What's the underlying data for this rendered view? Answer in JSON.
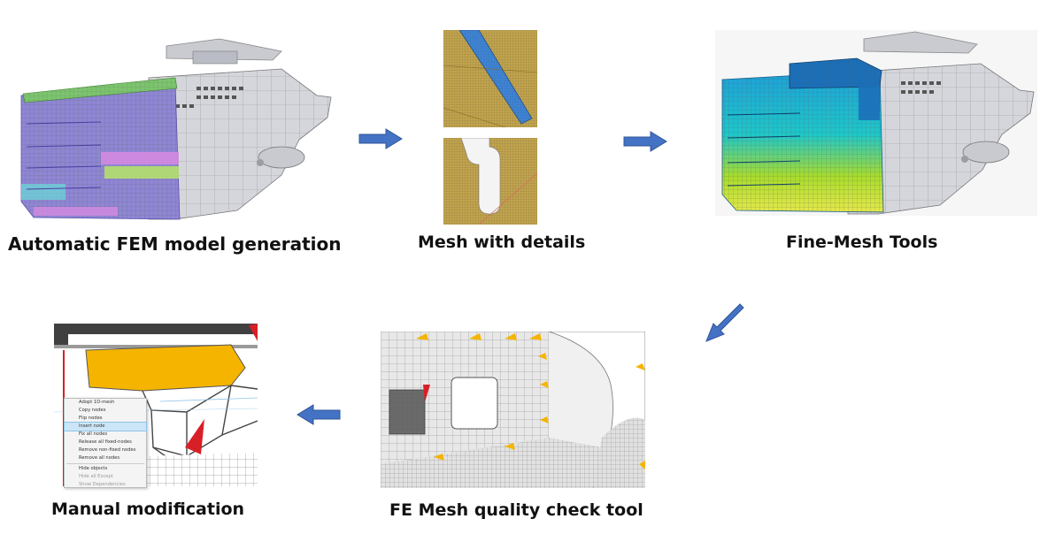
{
  "steps": [
    {
      "caption": "Automatic FEM model generation"
    },
    {
      "caption": "Mesh with details"
    },
    {
      "caption": "Fine-Mesh Tools"
    },
    {
      "caption": "FE Mesh quality check tool"
    },
    {
      "caption": "Manual modification"
    }
  ],
  "context_menu": {
    "items": [
      "Adopt 1D-mesh",
      "Copy nodes",
      "Flip nodes",
      "Insert node",
      "Fix all nodes",
      "Release all fixed-nodes",
      "Remove non-fixed nodes",
      "Remove all nodes"
    ],
    "highlighted_index": 3,
    "extra_items": [
      "Hide objects",
      "Hide all Except",
      "Show Dependencies"
    ]
  },
  "colors": {
    "arrow": "#4472c4",
    "hull_grey": "#d4d6db",
    "mesh_purple": "#8f86d4",
    "mesh_green": "#7cc46e",
    "mesh_yellow_orange": "#f5b400",
    "detail_tan": "#c2a44c",
    "detail_blue": "#3d84d6",
    "fine_cyan": "#1ec7c9",
    "fine_blue": "#1b6fb8",
    "fine_green": "#b2e02a"
  }
}
